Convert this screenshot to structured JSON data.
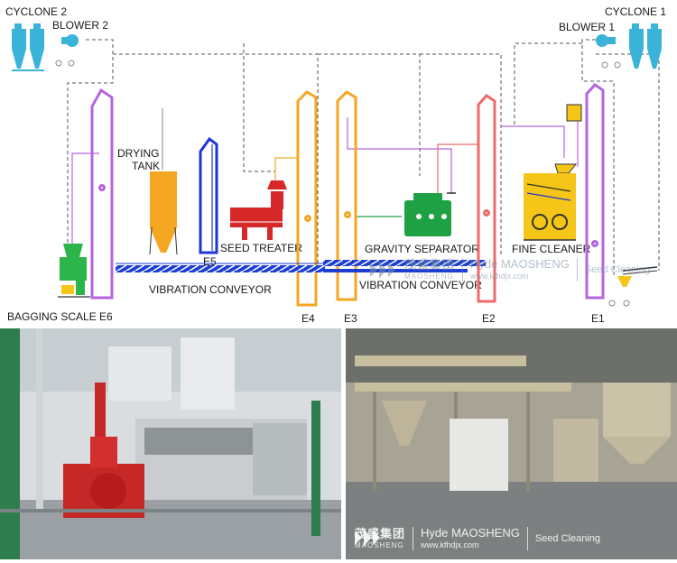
{
  "diagram": {
    "labels": {
      "cyclone2": "CYCLONE 2",
      "blower2": "BLOWER 2",
      "cyclone1": "CYCLONE 1",
      "blower1": "BLOWER 1",
      "drying_tank_line1": "DRYING",
      "drying_tank_line2": "TANK",
      "seed_treater": "SEED TREATER",
      "gravity_separator": "GRAVITY SEPARATOR",
      "fine_cleaner": "FINE CLEANER",
      "vibration_conveyor_left": "VIBRATION CONVEYOR",
      "vibration_conveyor_right": "VIBRATION CONVEYOR",
      "bagging_scale": "BAGGING SCALE",
      "e1": "E1",
      "e2": "E2",
      "e3": "E3",
      "e4": "E4",
      "e5": "E5",
      "e6": "E6"
    },
    "colors": {
      "cyclone": "#39b3d7",
      "elevator_purple": "#b565e0",
      "elevator_orange": "#f5a623",
      "elevator_blue": "#2035d6",
      "elevator_red": "#ef6b6b",
      "conveyor_blue": "#1c3fd1",
      "drying_tank": "#f5a623",
      "seed_treater": "#d62828",
      "gravity_separator": "#1ea045",
      "fine_cleaner": "#f5c518",
      "bagging_scale": "#2bb54a",
      "dashed_line": "#555555"
    }
  },
  "watermark": {
    "cn_name": "茂盛集团",
    "cn_sub": "MAOSHENG",
    "en_name": "Hyde MAOSHENG",
    "url": "www.kfhdjx.com",
    "tagline": "Seed Cleaning"
  },
  "photos": {
    "left": {
      "icon": "factory-photo-red-machinery"
    },
    "right": {
      "icon": "factory-photo-steel-plant"
    }
  }
}
